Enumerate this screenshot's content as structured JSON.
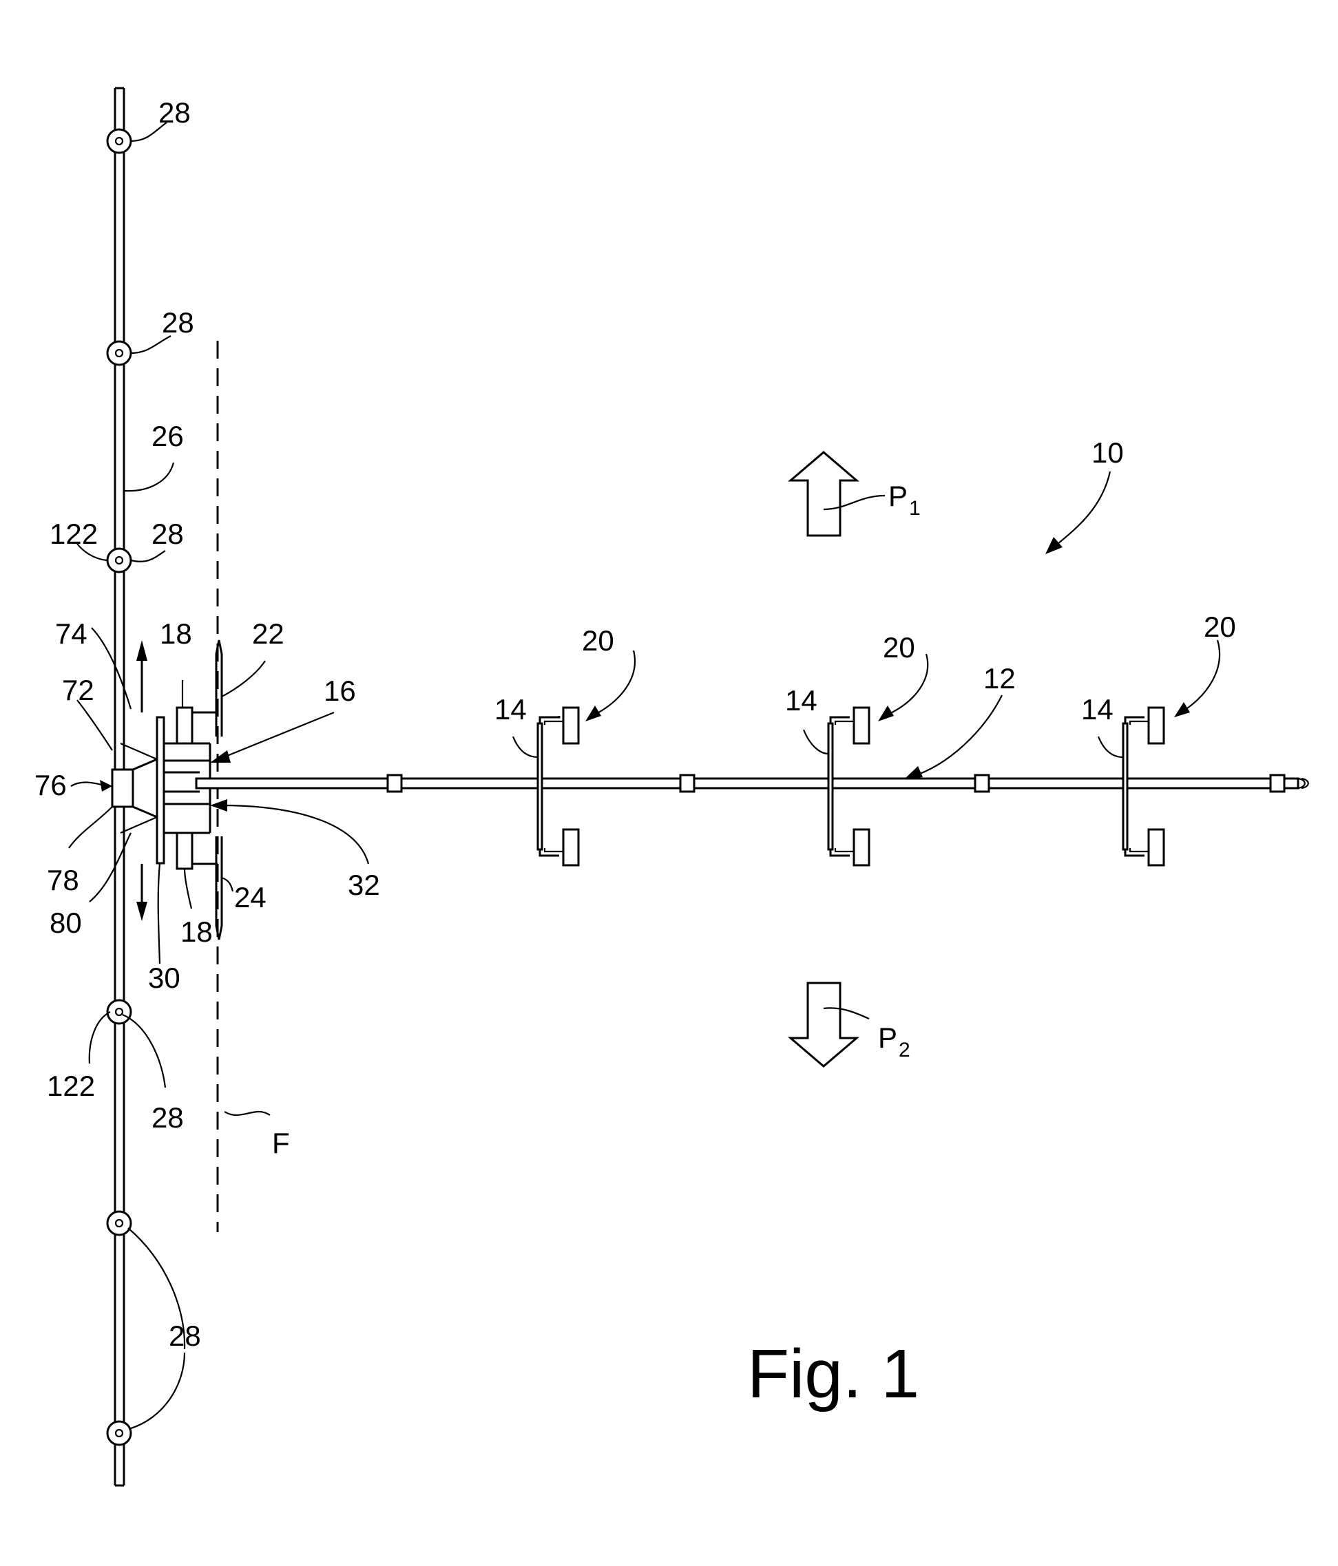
{
  "figure": {
    "title": "Fig. 1",
    "labels": {
      "ref_10": "10",
      "ref_12": "12",
      "ref_14": "14",
      "ref_16": "16",
      "ref_18": "18",
      "ref_20": "20",
      "ref_22": "22",
      "ref_24": "24",
      "ref_26": "26",
      "ref_28": "28",
      "ref_30": "30",
      "ref_32": "32",
      "ref_72": "72",
      "ref_74": "74",
      "ref_76": "76",
      "ref_78": "78",
      "ref_80": "80",
      "ref_122": "122",
      "ref_F": "F",
      "p1_letter": "P",
      "p1_sub": "1",
      "p2_letter": "P",
      "p2_sub": "2"
    }
  }
}
